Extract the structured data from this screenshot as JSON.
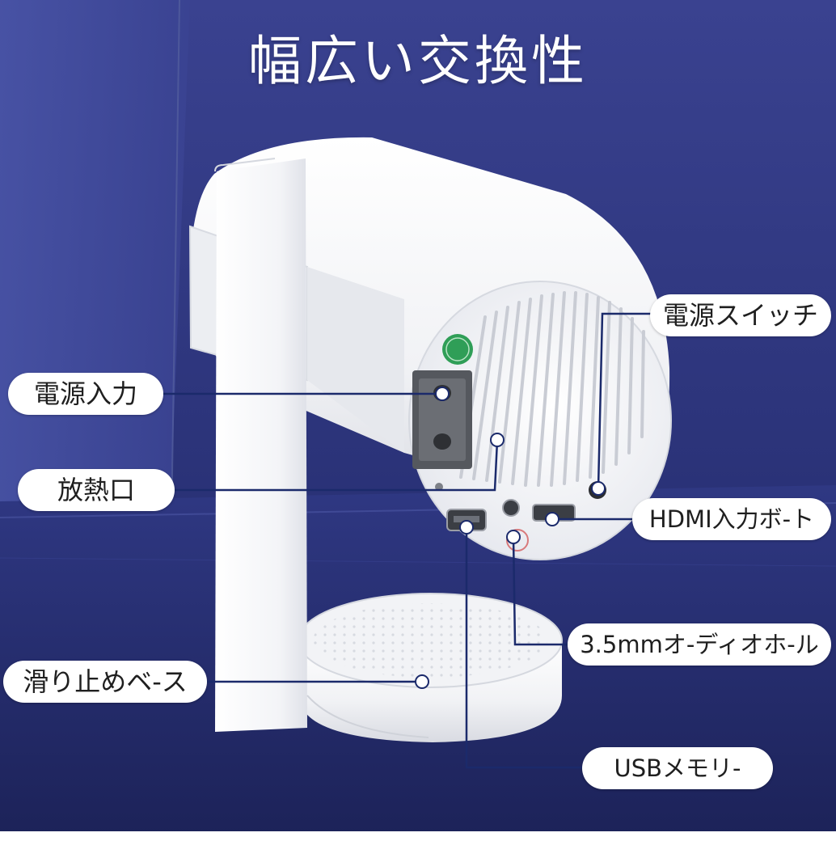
{
  "title": "幅広い交換性",
  "labels": {
    "power_input": "電源入力",
    "vent": "放熱口",
    "base": "滑り止めベ-ス",
    "power_switch": "電源スイッチ",
    "hdmi": "HDMI入力ボ-ト",
    "audio": "3.5mmオ-ディオホ-ル",
    "usb": "USBメモリ-"
  },
  "colors": {
    "background_top": "#2d3480",
    "background_floor": "#232a66",
    "leader_line": "#1b2a6b",
    "device": "#f4f5f7",
    "badge_green": "#2f9e57",
    "stamp_red": "#d04848"
  }
}
